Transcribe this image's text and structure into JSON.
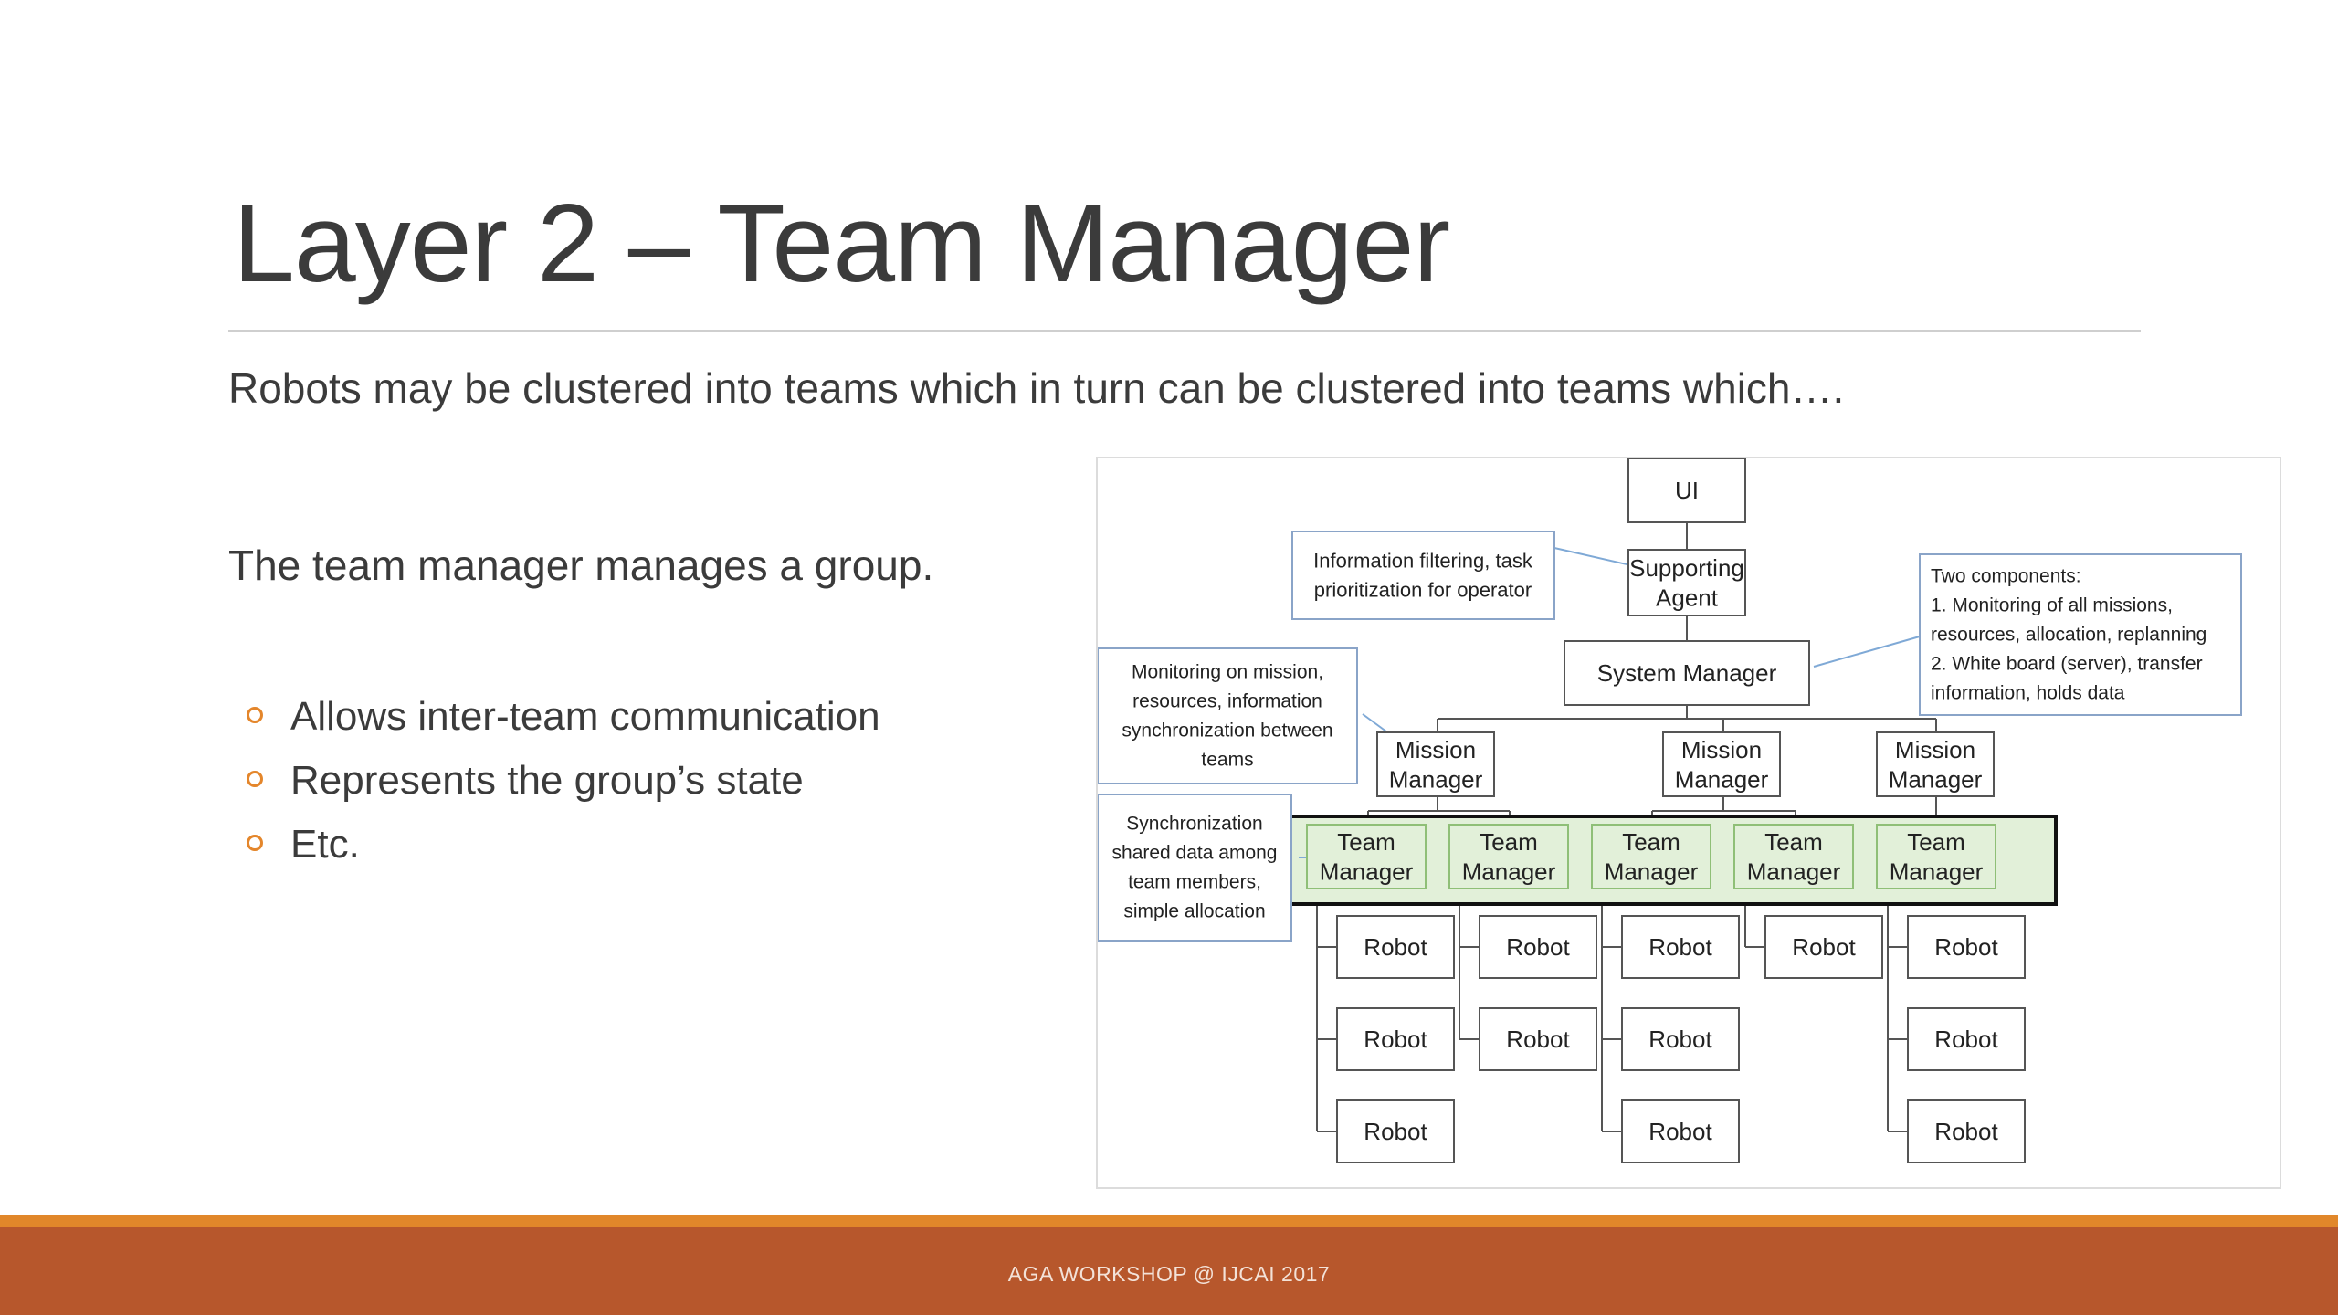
{
  "slide": {
    "title": "Layer 2 – Team Manager",
    "subtitle": "Robots may be clustered into teams which in turn can be clustered into teams which….",
    "lead": "The team manager manages a group.",
    "bullets": [
      "Allows inter-team communication",
      "Represents the group’s state",
      "Etc."
    ],
    "footer": "AGA WORKSHOP @ IJCAI 2017"
  },
  "colors": {
    "accent_orange": "#e1872a",
    "footer_rust": "#b7572c",
    "team_highlight": "#e2f0d9"
  },
  "diagram": {
    "ui": "UI",
    "supporting_agent": [
      "Supporting",
      "Agent"
    ],
    "system_manager": "System Manager",
    "mission_manager": [
      "Mission",
      "Manager"
    ],
    "team_manager": [
      "Team",
      "Manager"
    ],
    "robot": "Robot",
    "note_filtering": [
      "Information filtering, task",
      "prioritization for operator"
    ],
    "note_two_components": [
      "Two components:",
      "1. Monitoring of all missions,",
      "resources, allocation, replanning",
      "2. White board (server), transfer",
      "information, holds data"
    ],
    "note_monitoring": [
      "Monitoring on mission,",
      "resources, information",
      "synchronization between",
      "teams"
    ],
    "note_sync": [
      "Synchronization",
      "shared data among",
      "team members,",
      "simple allocation"
    ]
  }
}
